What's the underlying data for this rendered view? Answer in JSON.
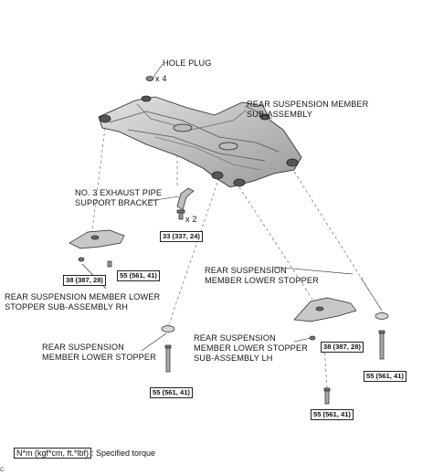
{
  "labels": {
    "hole_plug": "HOLE PLUG",
    "hole_plug_qty": "x 4",
    "rear_member_l1": "REAR SUSPENSION MEMBER",
    "rear_member_l2": "SUB-ASSEMBLY",
    "exhaust_l1": "NO. 3 EXHAUST PIPE",
    "exhaust_l2": "SUPPORT BRACKET",
    "bolt_qty": "x 2",
    "lower_stopper_right_l1": "REAR SUSPENSION",
    "lower_stopper_right_l2": "MEMBER LOWER STOPPER",
    "stopper_rh_l1": "REAR SUSPENSION MEMBER LOWER",
    "stopper_rh_l2": "STOPPER SUB-ASSEMBLY RH",
    "lower_stopper_left_l1": "REAR SUSPENSION",
    "lower_stopper_left_l2": "MEMBER LOWER STOPPER",
    "stopper_lh_l1": "REAR SUSPENSION",
    "stopper_lh_l2": "MEMBER LOWER STOPPER",
    "stopper_lh_l3": "SUB-ASSEMBLY LH"
  },
  "torques": {
    "bracket_bolt": "33 (337, 24)",
    "rh_nut": "38 (387, 28)",
    "rh_bolt": "55 (561, 41)",
    "lh_nut": "38 (387, 28)",
    "left_long_bolt": "55 (561, 41)",
    "right_long_bolt": "55 (561, 41)",
    "center_bolt": "55 (561, 41)"
  },
  "legend": {
    "unit": "N*m (kgf*cm, ft.*lbf)",
    "text": ": Specified torque"
  },
  "corner_mark": "C"
}
